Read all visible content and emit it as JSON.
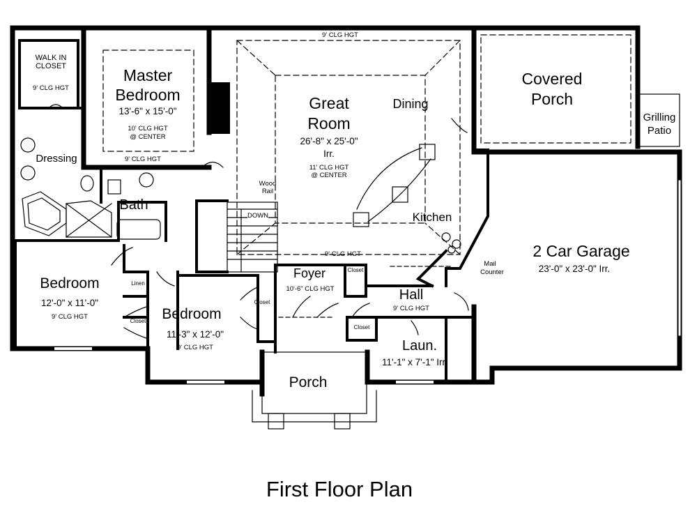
{
  "title": "First Floor Plan",
  "rooms": {
    "walk_in_closet": {
      "name": "WALK IN\nCLOSET",
      "clg": "9' CLG HGT"
    },
    "master_bedroom": {
      "name1": "Master",
      "name2": "Bedroom",
      "size": "13'-6\" x 15'-0\"",
      "clg1": "10' CLG HGT",
      "clg2": "@ CENTER",
      "clg_lower": "9' CLG HGT"
    },
    "dressing": {
      "name": "Dressing"
    },
    "bath": {
      "name": "Bath"
    },
    "great_room": {
      "name1": "Great",
      "name2": "Room",
      "size": "26'-8\" x 25'-0\"",
      "irr": "Irr.",
      "clg1": "11' CLG HGT",
      "clg2": "@ CENTER",
      "clg_top": "9' CLG HGT",
      "clg_bottom": "9' CLG HGT"
    },
    "dining": {
      "name": "Dining"
    },
    "kitchen": {
      "name": "Kitchen"
    },
    "wood_rail": {
      "line1": "Wood",
      "line2": "Rail"
    },
    "stairs": {
      "label": "DOWN"
    },
    "covered_porch": {
      "name1": "Covered",
      "name2": "Porch"
    },
    "grilling_patio": {
      "name1": "Grilling",
      "name2": "Patio"
    },
    "garage": {
      "name": "2 Car Garage",
      "size": "23'-0\" x 23'-0\" Irr."
    },
    "mail_counter": {
      "line1": "Mail",
      "line2": "Counter"
    },
    "bedroom_left": {
      "name": "Bedroom",
      "size": "12'-0\" x 11'-0\"",
      "clg": "9' CLG HGT"
    },
    "linen": {
      "name": "Linen"
    },
    "closet_left": {
      "name": "Closet"
    },
    "bedroom_center": {
      "name": "Bedroom",
      "size": "11'-3\" x 12'-0\"",
      "clg": "9' CLG HGT"
    },
    "closet_center": {
      "name": "Closet"
    },
    "foyer": {
      "name": "Foyer",
      "clg": "10'-6\" CLG HGT"
    },
    "closet_foyer": {
      "name": "Closet"
    },
    "hall": {
      "name": "Hall",
      "clg": "9' CLG HGT"
    },
    "closet_hall": {
      "name": "Closet"
    },
    "laundry": {
      "name": "Laun.",
      "size": "11'-1\" x 7'-1\" Irr."
    },
    "porch": {
      "name": "Porch"
    }
  }
}
